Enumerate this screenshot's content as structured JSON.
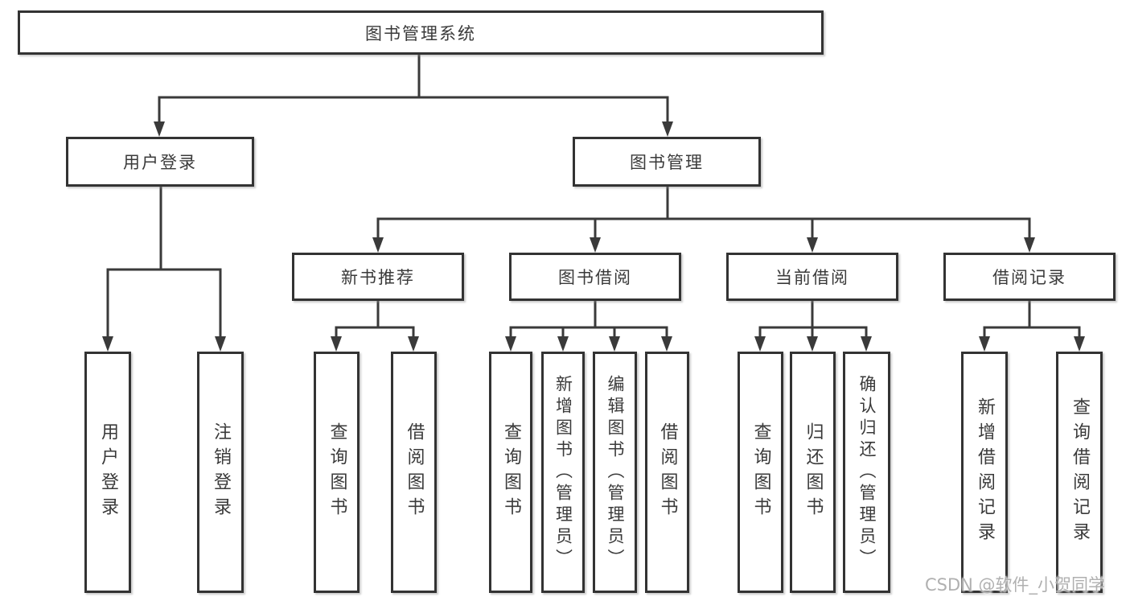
{
  "colors": {
    "line": "#3a3a3a",
    "box_border": "#333333",
    "box_fill": "#ffffff",
    "text": "#3a3a3a",
    "watermark": "#b0b0b0",
    "background": "#ffffff"
  },
  "watermark": {
    "text": "CSDN @软件_小贺同学"
  },
  "tree": {
    "root": {
      "label": "图书管理系统"
    },
    "branches": [
      {
        "label": "用户登录",
        "children": [
          {
            "label": "用户登录"
          },
          {
            "label": "注销登录"
          }
        ]
      },
      {
        "label": "图书管理",
        "groups": [
          {
            "label": "新书推荐",
            "children": [
              {
                "label": "查询图书"
              },
              {
                "label": "借阅图书"
              }
            ]
          },
          {
            "label": "图书借阅",
            "children": [
              {
                "label": "查询图书"
              },
              {
                "label": "新增图书（管理员）"
              },
              {
                "label": "编辑图书（管理员）"
              },
              {
                "label": "借阅图书"
              }
            ]
          },
          {
            "label": "当前借阅",
            "children": [
              {
                "label": "查询图书"
              },
              {
                "label": "归还图书"
              },
              {
                "label": "确认归还（管理员）"
              }
            ]
          },
          {
            "label": "借阅记录",
            "children": [
              {
                "label": "新增借阅记录"
              },
              {
                "label": "查询借阅记录"
              }
            ]
          }
        ]
      }
    ]
  }
}
